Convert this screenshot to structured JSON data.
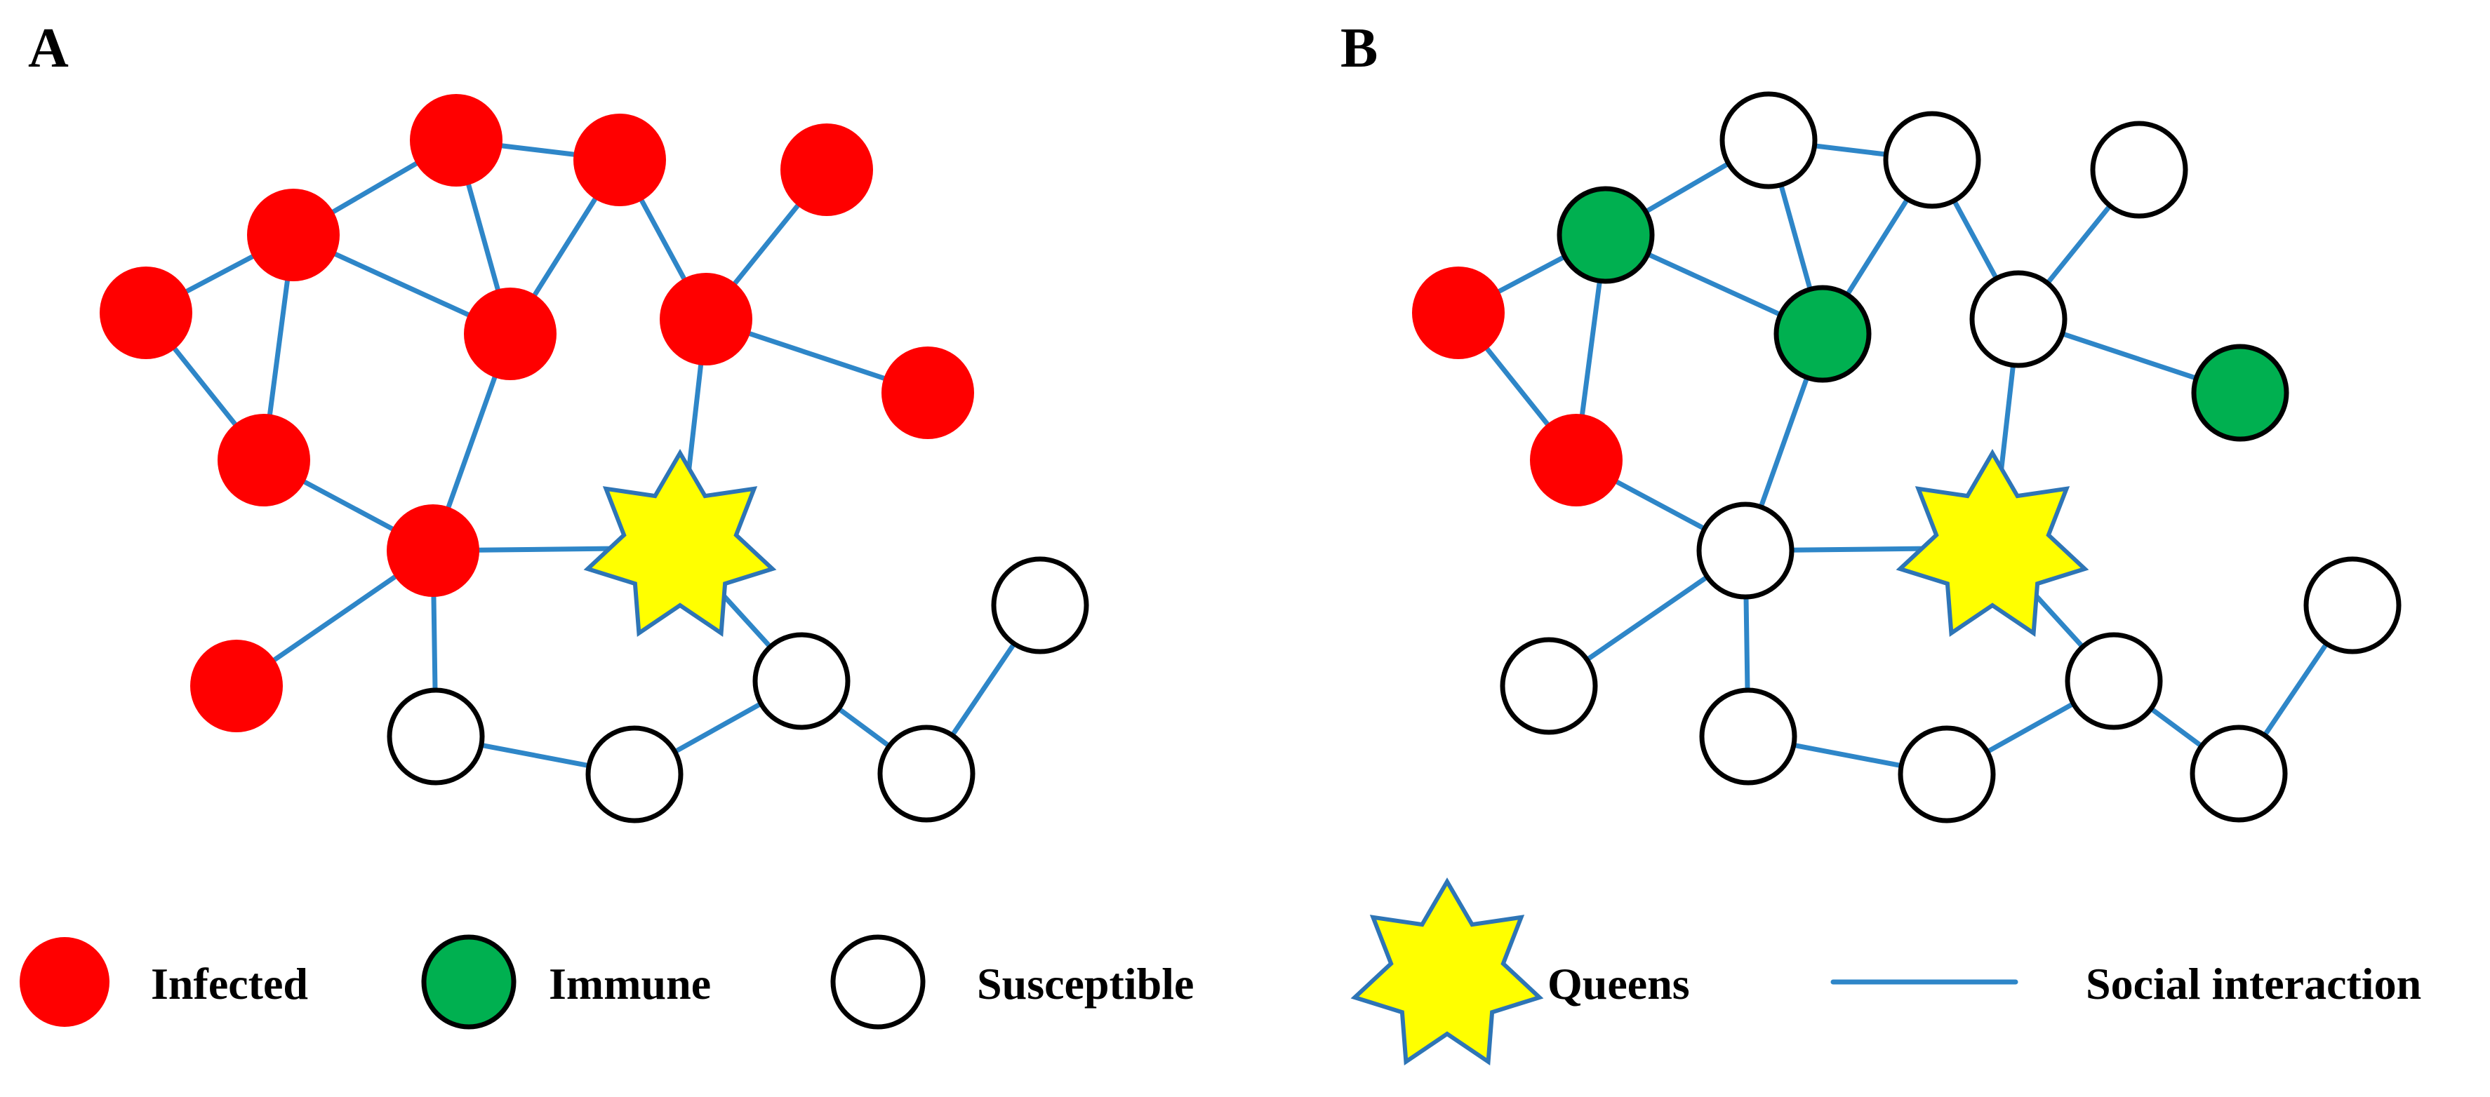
{
  "colors": {
    "infected": "#ff0000",
    "immune": "#00b050",
    "susceptible": "#ffffff",
    "node_outline": "#000000",
    "queen_fill": "#ffff00",
    "queen_outline": "#2e75b6",
    "edge": "#2e86c8"
  },
  "panels": [
    {
      "label": "A",
      "states": [
        "infected",
        "infected",
        "infected",
        "infected",
        "infected",
        "infected",
        "infected",
        "infected",
        "infected",
        "infected",
        "infected",
        "susceptible",
        "susceptible",
        "susceptible",
        "susceptible",
        "susceptible",
        "susceptible",
        "susceptible"
      ]
    },
    {
      "label": "B",
      "states": [
        "immune",
        "infected",
        "infected",
        "susceptible",
        "susceptible",
        "immune",
        "susceptible",
        "susceptible",
        "immune",
        "susceptible",
        "susceptible",
        "susceptible",
        "susceptible",
        "susceptible",
        "susceptible",
        "susceptible",
        "susceptible",
        "susceptible"
      ]
    }
  ],
  "legend": {
    "infected": "Infected",
    "immune": "Immune",
    "susceptible": "Susceptible",
    "queens": "Queens",
    "social_interaction": "Social interaction"
  }
}
